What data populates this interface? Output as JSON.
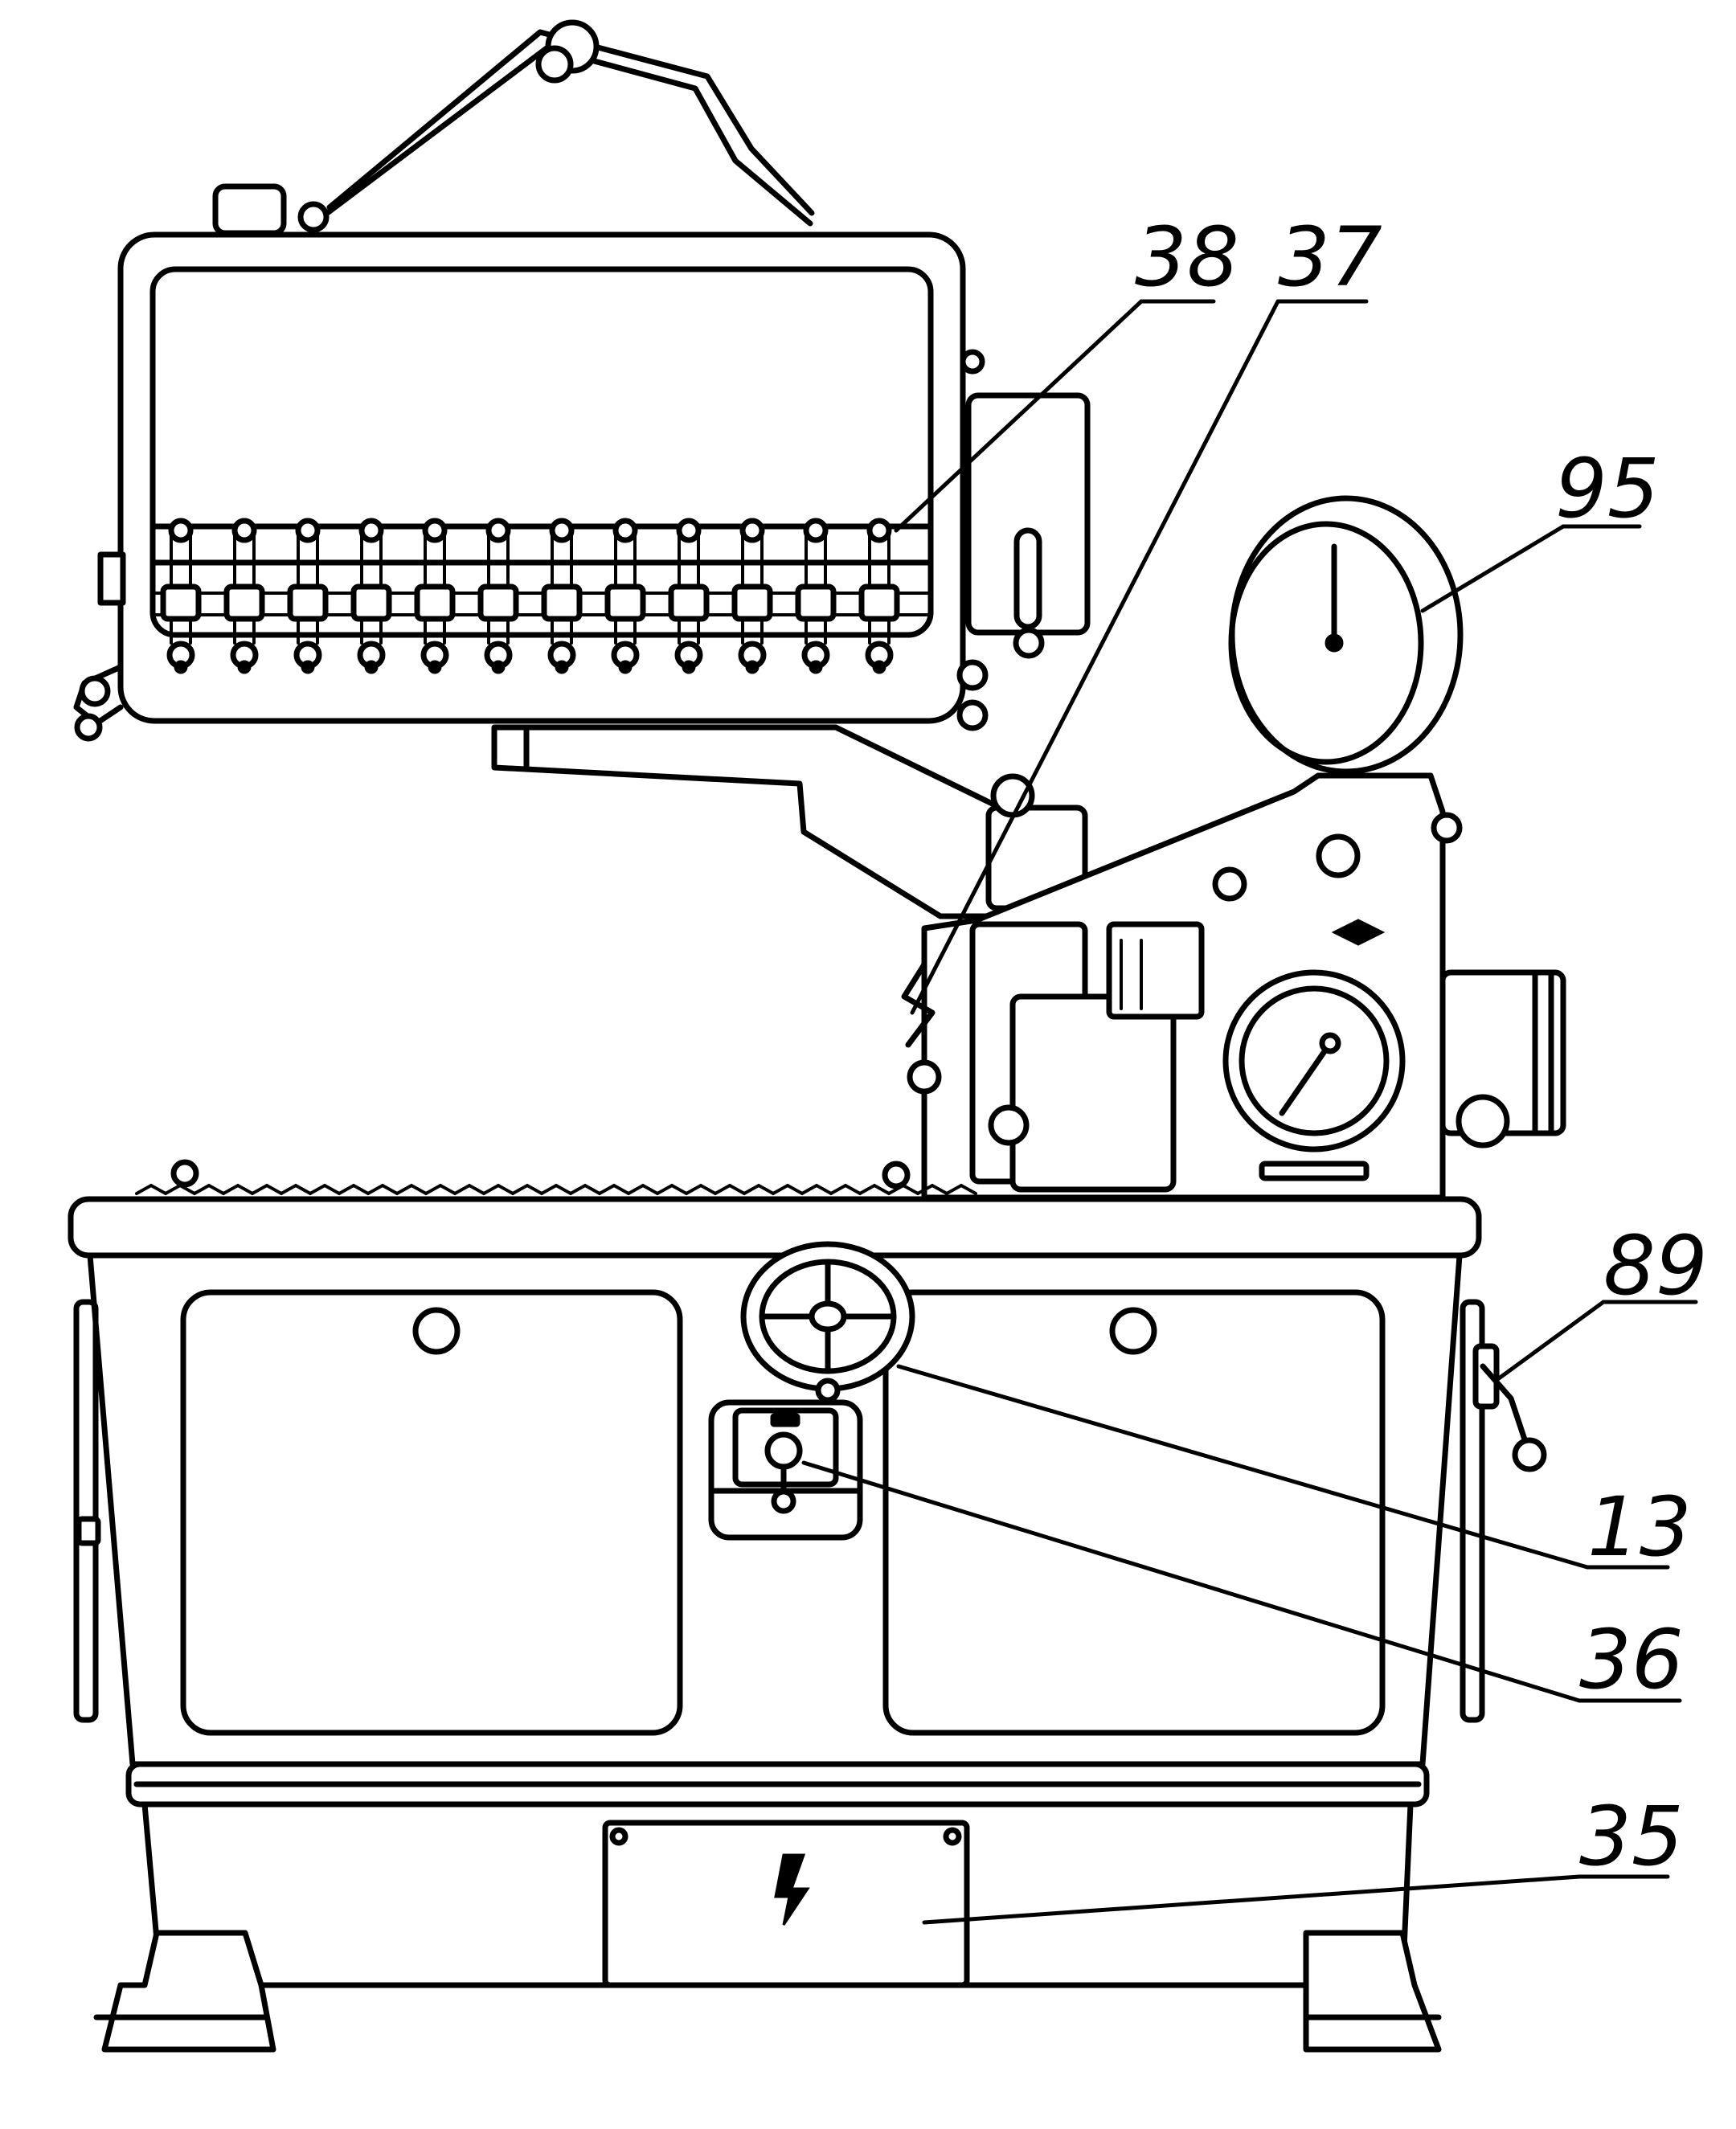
{
  "diagram": {
    "callouts": {
      "c38": "38",
      "c37": "37",
      "c95": "95",
      "c89": "89",
      "c13": "13",
      "c36": "36",
      "c35": "35"
    },
    "colors": {
      "line": "#000000",
      "background": "#ffffff"
    }
  }
}
